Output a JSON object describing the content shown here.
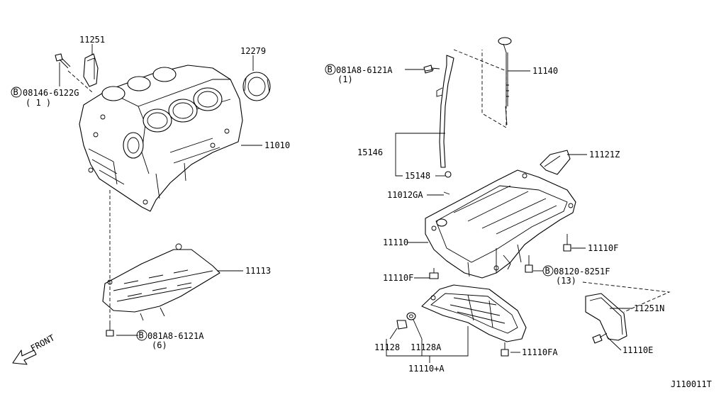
{
  "callouts": {
    "part_11251": "11251",
    "bolt_08146_6122G": "08146-6122G",
    "bolt_08146_6122G_qty": "( 1 )",
    "part_12279": "12279",
    "part_11010": "11010",
    "part_11113": "11113",
    "bolt_081A8_6121A_lower": "081A8-6121A",
    "bolt_081A8_6121A_lower_qty": "(6)",
    "bolt_081A8_6121A_upper": "081A8-6121A",
    "bolt_081A8_6121A_upper_qty": "(1)",
    "part_11140": "11140",
    "part_15146": "15146",
    "part_15148": "15148",
    "part_11012GA": "11012GA",
    "part_11121Z": "11121Z",
    "part_11110": "11110",
    "part_11110F_right": "11110F",
    "part_11110F_left": "11110F",
    "bolt_08120_8251F": "08120-8251F",
    "bolt_08120_8251F_qty": "(13)",
    "part_11251N": "11251N",
    "part_11110E": "11110E",
    "part_11110FA": "11110FA",
    "part_11128": "11128",
    "part_11128A": "11128A",
    "part_11110_A": "11110+A",
    "bolt_prefix": "B"
  },
  "front_label": "FRONT",
  "diagram_id": "J110011T"
}
